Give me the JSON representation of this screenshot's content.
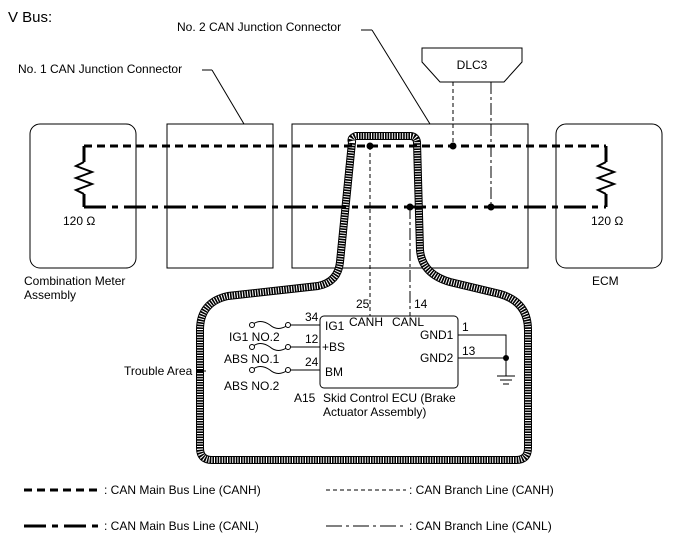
{
  "title": "V Bus:",
  "labels": {
    "no2_connector": "No. 2 CAN Junction Connector",
    "no1_connector": "No. 1 CAN Junction Connector",
    "dlc3": "DLC3",
    "resistor_left": "120 Ω",
    "resistor_right": "120 Ω",
    "combination_meter_line1": "Combination Meter",
    "combination_meter_line2": "Assembly",
    "ecm": "ECM",
    "trouble_area": "Trouble Area"
  },
  "ecu": {
    "pins": {
      "canh_num": "25",
      "canl_num": "14",
      "canh": "CANH",
      "canl": "CANL",
      "ig1_num": "34",
      "ig1": "IG1",
      "bs_num": "12",
      "bs": "+BS",
      "bm_num": "24",
      "bm": "BM",
      "gnd1": "GND1",
      "gnd1_num": "1",
      "gnd2": "GND2",
      "gnd2_num": "13"
    },
    "fuses": {
      "ig1": "IG1 NO.2",
      "abs1": "ABS NO.1",
      "abs2": "ABS NO.2"
    },
    "code": "A15",
    "name_line1": "Skid Control ECU (Brake",
    "name_line2": "Actuator Assembly)"
  },
  "legend": [
    {
      "label": ": CAN Main Bus Line (CANH)"
    },
    {
      "label": ": CAN Branch Line (CANH)"
    },
    {
      "label": ": CAN Main Bus Line (CANL)"
    },
    {
      "label": ": CAN Branch Line (CANL)"
    }
  ]
}
